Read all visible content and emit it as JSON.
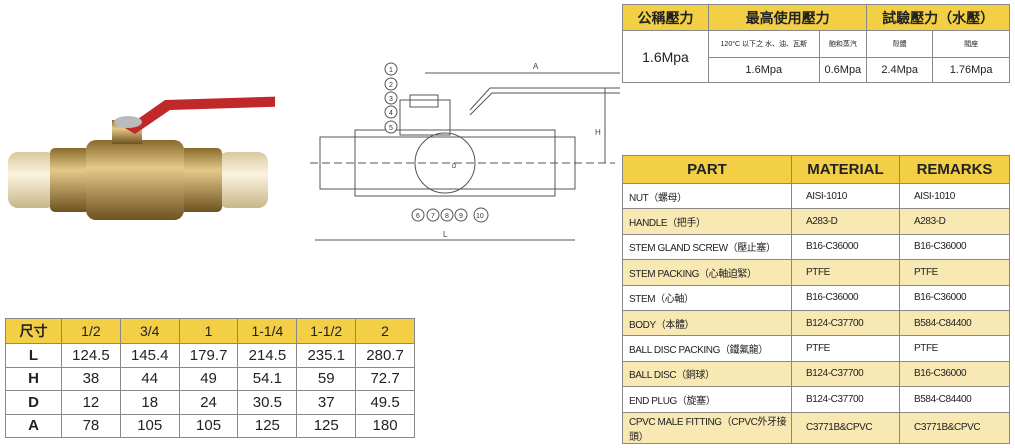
{
  "pressure_table": {
    "headers": [
      "公稱壓力",
      "最高使用壓力",
      "試驗壓力（水壓）"
    ],
    "nominal": "1.6Mpa",
    "sub_headers": [
      "120°C 以下之 水、油、瓦斯",
      "飽和蒸汽",
      "殼體",
      "閥座"
    ],
    "values": [
      "1.6Mpa",
      "0.6Mpa",
      "2.4Mpa",
      "1.76Mpa"
    ]
  },
  "material_table": {
    "headers": [
      "PART",
      "MATERIAL",
      "REMARKS"
    ],
    "rows": [
      {
        "part": "NUT（螺母）",
        "material": "AISI-1010",
        "remarks": "AISI-1010"
      },
      {
        "part": "HANDLE（把手）",
        "material": "A283-D",
        "remarks": "A283-D"
      },
      {
        "part": "STEM GLAND SCREW（壓止塞）",
        "material": "B16-C36000",
        "remarks": "B16-C36000"
      },
      {
        "part": "STEM PACKING（心軸迫緊）",
        "material": "PTFE",
        "remarks": "PTFE"
      },
      {
        "part": "STEM（心軸）",
        "material": "B16-C36000",
        "remarks": "B16-C36000"
      },
      {
        "part": "BODY（本體）",
        "material": "B124-C37700",
        "remarks": "B584-C84400"
      },
      {
        "part": "BALL DISC PACKING（鐵氟龍）",
        "material": "PTFE",
        "remarks": "PTFE"
      },
      {
        "part": "BALL DISC（銅球）",
        "material": "B124-C37700",
        "remarks": "B16-C36000"
      },
      {
        "part": "END PLUG（旋塞）",
        "material": "B124-C37700",
        "remarks": "B584-C84400"
      },
      {
        "part": "CPVC MALE FITTING（CPVC外牙接頭）",
        "material": "C3771B&CPVC",
        "remarks": "C3771B&CPVC"
      }
    ]
  },
  "size_table": {
    "headers": [
      "尺寸",
      "1/2",
      "3/4",
      "1",
      "1-1/4",
      "1-1/2",
      "2"
    ],
    "rows": [
      {
        "label": "L",
        "values": [
          "124.5",
          "145.4",
          "179.7",
          "214.5",
          "235.1",
          "280.7"
        ]
      },
      {
        "label": "H",
        "values": [
          "38",
          "44",
          "49",
          "54.1",
          "59",
          "72.7"
        ]
      },
      {
        "label": "D",
        "values": [
          "12",
          "18",
          "24",
          "30.5",
          "37",
          "49.5"
        ]
      },
      {
        "label": "A",
        "values": [
          "78",
          "105",
          "105",
          "125",
          "125",
          "180"
        ]
      }
    ]
  },
  "drawing": {
    "callouts": [
      "1",
      "2",
      "3",
      "4",
      "5",
      "6",
      "7",
      "8",
      "9",
      "10"
    ],
    "dims": {
      "a": "A",
      "h": "H",
      "l": "L",
      "d": "D"
    }
  },
  "colors": {
    "header_yellow": "#f3cf45",
    "row_alt": "#f7e8b4",
    "handle_red": "#c0282a",
    "brass": "#c9a24e",
    "cpvc": "#efe3c3"
  }
}
